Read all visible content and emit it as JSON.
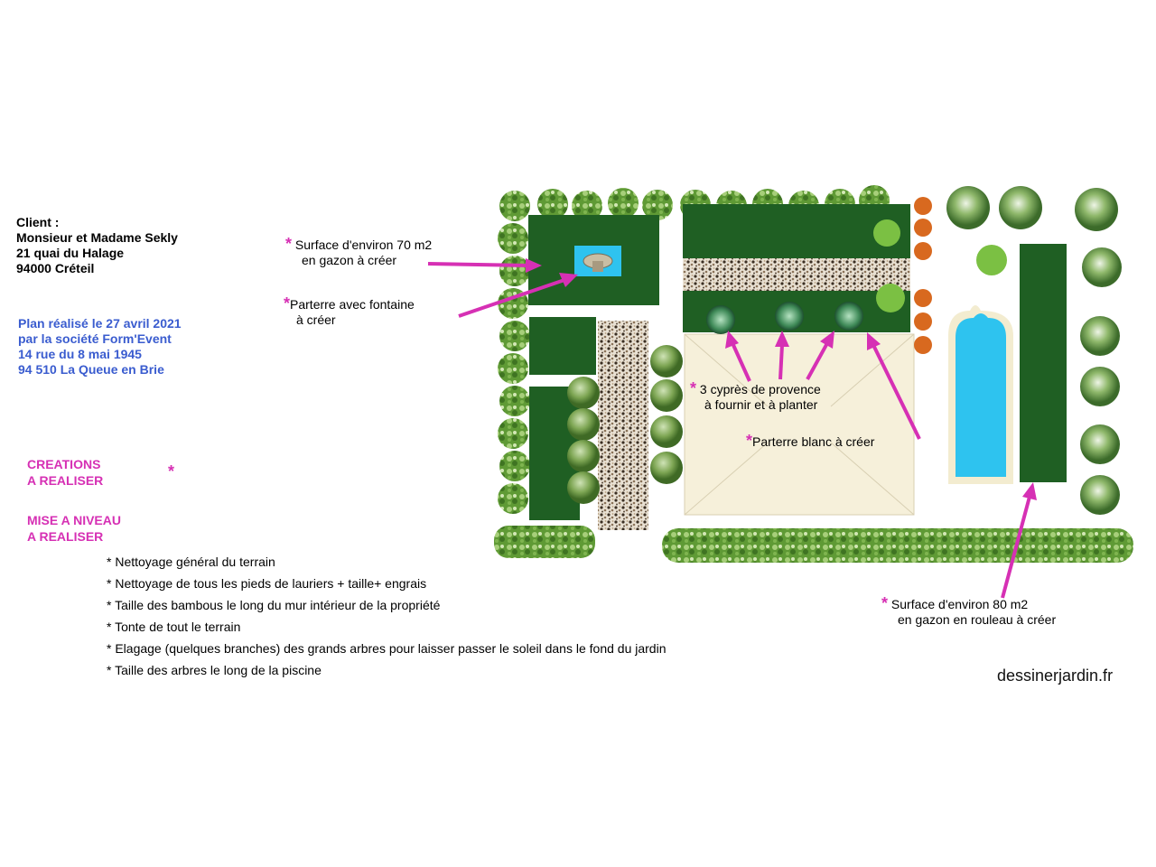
{
  "client": {
    "heading": "Client :",
    "name": "Monsieur et Madame Sekly",
    "street": "21 quai du Halage",
    "city": "94000 Créteil"
  },
  "company": {
    "line1": "Plan réalisé le 27 avril 2021",
    "line2": "par la société Form'Event",
    "line3": "14 rue du 8 mai 1945",
    "line4": "94 510 La Queue en Brie"
  },
  "legend": {
    "creations_line1": "CREATIONS",
    "creations_line2": "A REALISER",
    "star": "*",
    "upgrade_line1": "MISE A NIVEAU",
    "upgrade_line2": "A REALISER"
  },
  "tasks": [
    "* Nettoyage général du terrain",
    "* Nettoyage de tous les pieds de lauriers + taille+ engrais",
    "* Taille des bambous le long du mur intérieur de la propriété",
    "* Tonte de tout le terrain",
    "* Elagage (quelques branches) des grands arbres pour laisser passer le soleil dans le fond du jardin",
    "* Taille des arbres le long de la piscine"
  ],
  "annotations": {
    "lawn70_line1": "Surface d'environ 70 m2",
    "lawn70_line2": "en gazon à créer",
    "fountain_line1": "Parterre avec fontaine",
    "fountain_line2": "à créer",
    "cypress_line1": "3 cyprès de provence",
    "cypress_line2": "à fournir et à planter",
    "white_bed": "Parterre blanc à créer",
    "lawn80_line1": "Surface d'environ 80 m2",
    "lawn80_line2": "en gazon en rouleau à créer"
  },
  "credit": "dessinerjardin.fr",
  "colors": {
    "lawn": "#1f5f23",
    "arrow": "#d630b4",
    "pool": "#2ec3ef",
    "pool_edge": "#f3ecd0",
    "white_bed": "#f6f0da",
    "gravel": "#b8a68c",
    "hedge": "#6fa83f",
    "company_text": "#3a5ccf"
  }
}
